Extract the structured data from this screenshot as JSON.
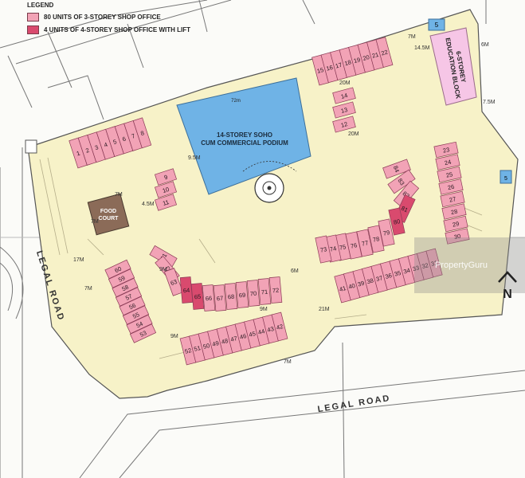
{
  "legend": {
    "title": "LEGEND",
    "items": [
      {
        "label": "80 UNITS OF 3-STOREY SHOP OFFICE",
        "color": "#f2a3b6"
      },
      {
        "label": "4 UNITS OF 4-STOREY SHOP OFFICE WITH LIFT",
        "color": "#d94a6e"
      }
    ]
  },
  "colors": {
    "site": "#f7f2c8",
    "unit": "#f2a3b6",
    "unit_lift": "#d94a6e",
    "soho": "#6fb3e6",
    "education": "#f6c6e6",
    "food": "#8b6b58",
    "road": "#ffffff",
    "line": "#666666"
  },
  "map": {
    "road_left": "LEGAL ROAD",
    "road_bottom": "LEGAL ROAD",
    "soho_line1": "14-STOREY SOHO",
    "soho_line2": "CUM COMMERCIAL PODIUM",
    "soho_width": "72m",
    "education_line1": "6-STOREY",
    "education_line2": "EDUCATION BLOCK",
    "food_line1": "FOOD",
    "food_line2": "COURT",
    "setbacks": [
      "7M",
      "14.5M",
      "6M",
      "7.5M",
      "9.5M",
      "7M",
      "7M",
      "17M",
      "9M",
      "7M",
      "21M",
      "9M",
      "7M",
      "6M",
      "9M",
      "4.5M",
      "20M",
      "20M"
    ],
    "compass": "N",
    "watermark": "PropertyGuru"
  },
  "blocks": {
    "top_right_row": [
      "15",
      "16",
      "17",
      "18",
      "19",
      "20",
      "21",
      "22"
    ],
    "top_right_small": [
      "14",
      "13",
      "12"
    ],
    "left_row": [
      "1",
      "2",
      "3",
      "4",
      "5",
      "6",
      "7",
      "8"
    ],
    "left_small": [
      "9",
      "10",
      "11"
    ],
    "right_column": [
      "23",
      "24",
      "25",
      "26",
      "27",
      "28",
      "29",
      "30"
    ],
    "curve_upper": [
      "84",
      "83",
      "82",
      "81",
      "80",
      "79",
      "78",
      "77",
      "76",
      "75",
      "74",
      "73"
    ],
    "curve_right": [
      "31",
      "32",
      "33",
      "34",
      "35",
      "36",
      "37",
      "38",
      "39",
      "40",
      "41"
    ],
    "left_curve": [
      "61",
      "62",
      "63",
      "64",
      "65",
      "66",
      "67",
      "68",
      "69",
      "70",
      "71",
      "72"
    ],
    "left_column": [
      "60",
      "59",
      "58",
      "57",
      "56",
      "55",
      "54",
      "53"
    ],
    "bottom_row": [
      "52",
      "51",
      "50",
      "49",
      "48",
      "47",
      "46",
      "45",
      "44",
      "43",
      "42"
    ]
  }
}
